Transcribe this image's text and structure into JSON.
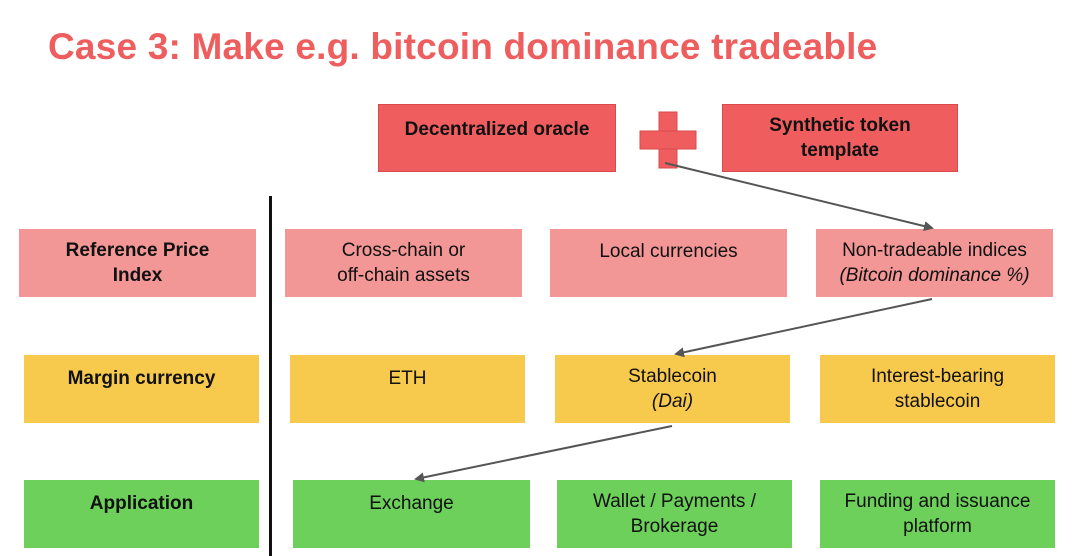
{
  "title": "Case 3: Make e.g. bitcoin dominance tradeable",
  "top": {
    "oracle": "Decentralized oracle",
    "plus_icon": "plus-icon",
    "synthetic_line1": "Synthetic token",
    "synthetic_line2": "template"
  },
  "rows": {
    "reference": {
      "label_line1": "Reference Price",
      "label_line2": "Index",
      "c1_line1": "Cross-chain or",
      "c1_line2": "off-chain assets",
      "c2_line1": "Local currencies",
      "c3_line1": "Non-tradeable indices",
      "c3_line2": "(Bitcoin dominance %)"
    },
    "margin": {
      "label_line1": "Margin currency",
      "c1_line1": "ETH",
      "c2_line1": "Stablecoin",
      "c2_line2": "(Dai)",
      "c3_line1": "Interest-bearing",
      "c3_line2": "stablecoin"
    },
    "application": {
      "label_line1": "Application",
      "c1_line1": "Exchange",
      "c2_line1": "Wallet / Payments /",
      "c2_line2": "Brokerage",
      "c3_line1": "Funding and issuance",
      "c3_line2": "platform"
    }
  },
  "colors": {
    "title": "#ee5e5e",
    "top_box": "#ef5d5f",
    "reference_row": "#f29696",
    "margin_row": "#f7ca4e",
    "application_row": "#6cd05a",
    "arrow": "#555555"
  }
}
